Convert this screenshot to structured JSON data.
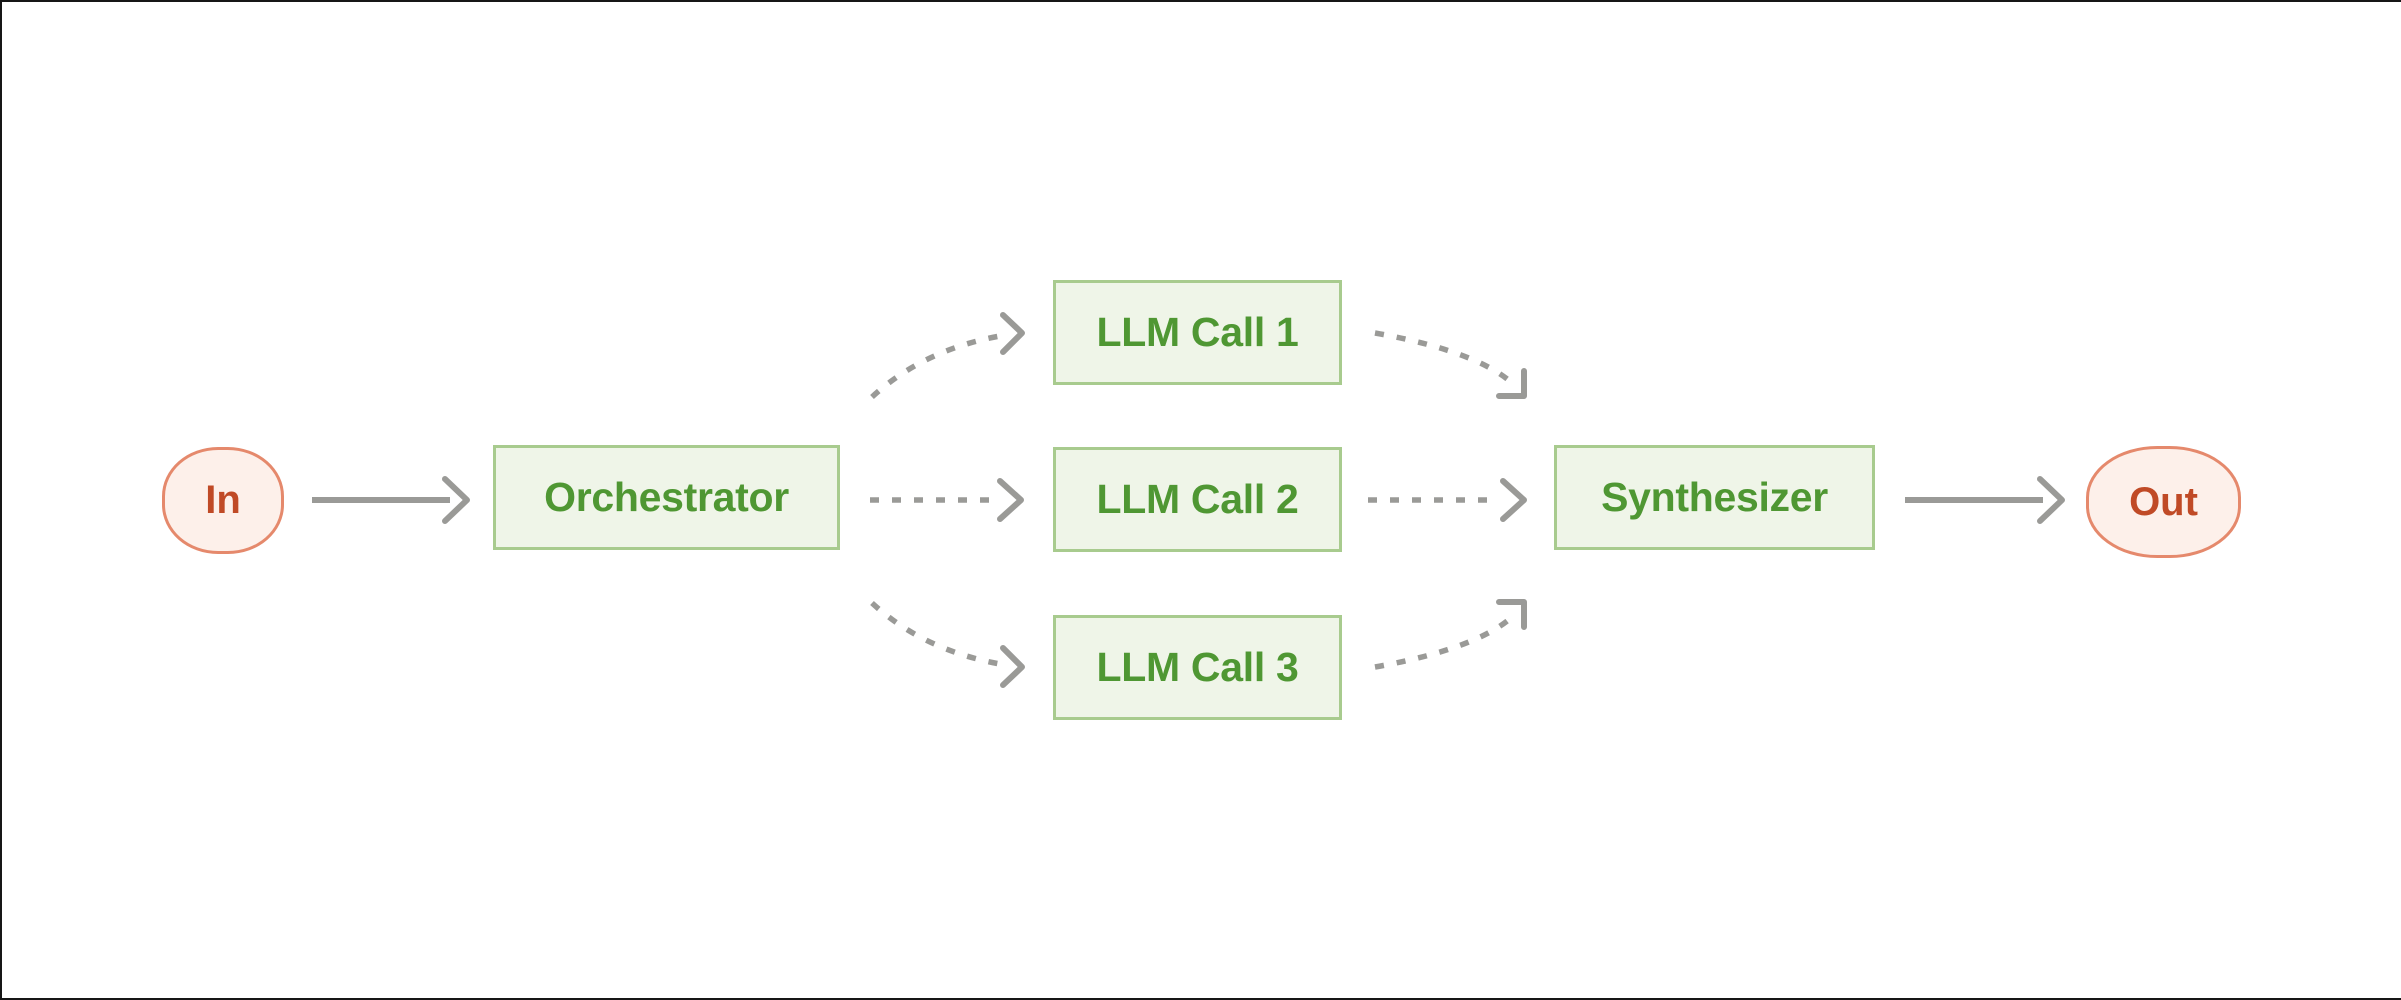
{
  "diagram": {
    "name": "orchestrator-workers-workflow",
    "nodes": {
      "in": {
        "label": "In",
        "type": "terminal"
      },
      "orchestrator": {
        "label": "Orchestrator",
        "type": "process"
      },
      "llm_call_1": {
        "label": "LLM Call 1",
        "type": "process"
      },
      "llm_call_2": {
        "label": "LLM Call 2",
        "type": "process"
      },
      "llm_call_3": {
        "label": "LLM Call 3",
        "type": "process"
      },
      "synthesizer": {
        "label": "Synthesizer",
        "type": "process"
      },
      "out": {
        "label": "Out",
        "type": "terminal"
      }
    },
    "edges": [
      {
        "from": "in",
        "to": "orchestrator",
        "style": "solid"
      },
      {
        "from": "orchestrator",
        "to": "llm_call_1",
        "style": "dashed-curved"
      },
      {
        "from": "orchestrator",
        "to": "llm_call_2",
        "style": "dashed-straight"
      },
      {
        "from": "orchestrator",
        "to": "llm_call_3",
        "style": "dashed-curved"
      },
      {
        "from": "llm_call_1",
        "to": "synthesizer",
        "style": "dashed-curved"
      },
      {
        "from": "llm_call_2",
        "to": "synthesizer",
        "style": "dashed-straight"
      },
      {
        "from": "llm_call_3",
        "to": "synthesizer",
        "style": "dashed-curved"
      },
      {
        "from": "synthesizer",
        "to": "out",
        "style": "solid"
      }
    ]
  },
  "theme": {
    "background": "#ffffff",
    "frame_border": "#161616",
    "process_fill": "#eff5e8",
    "process_border": "#a8cb8e",
    "process_text": "#4f9733",
    "terminal_fill": "#fdf0ea",
    "terminal_border": "#e5896c",
    "terminal_text": "#c04a26",
    "arrow": "#9a9a97"
  }
}
